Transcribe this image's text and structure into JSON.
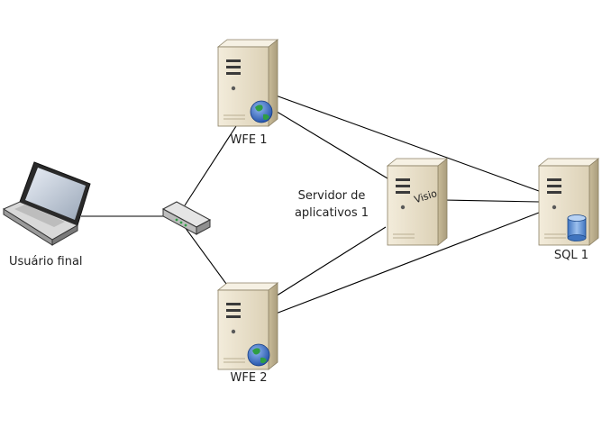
{
  "nodes": {
    "end_user": {
      "label": "Usuário final",
      "icon": "laptop-icon"
    },
    "router": {
      "label": "",
      "icon": "router-icon"
    },
    "wfe1": {
      "label": "WFE 1",
      "icon": "web-server-icon"
    },
    "wfe2": {
      "label": "WFE 2",
      "icon": "web-server-icon"
    },
    "app_server": {
      "label_line1": "Servidor de",
      "label_line2": "aplicativos 1",
      "badge": "Visio",
      "icon": "server-icon"
    },
    "sql": {
      "label": "SQL 1",
      "icon": "database-server-icon"
    }
  },
  "connections": [
    [
      "end_user",
      "router"
    ],
    [
      "router",
      "wfe1"
    ],
    [
      "router",
      "wfe2"
    ],
    [
      "wfe1",
      "app_server"
    ],
    [
      "wfe1",
      "sql"
    ],
    [
      "wfe2",
      "app_server"
    ],
    [
      "wfe2",
      "sql"
    ],
    [
      "app_server",
      "sql"
    ]
  ],
  "colors": {
    "server_front": "#ece3cf",
    "server_side": "#cbbf9f",
    "server_top": "#f4eee0",
    "link": "#000000",
    "globe": "#2f62c4",
    "globe_land": "#2f9e44",
    "db": "#5b8fcf"
  }
}
